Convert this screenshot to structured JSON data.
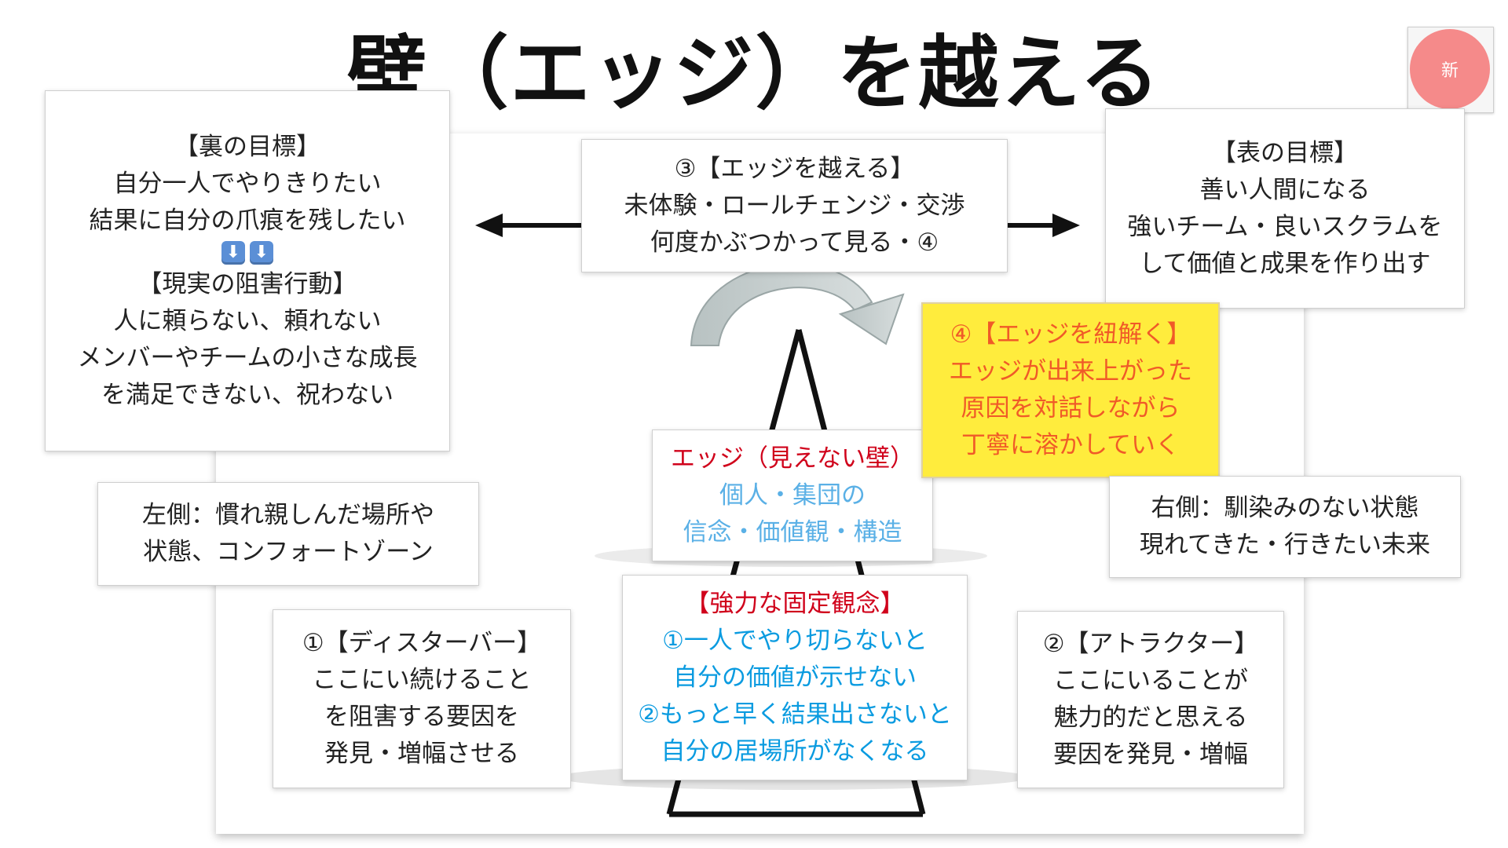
{
  "title": "壁（エッジ）を越える",
  "badge": "新",
  "boxes": {
    "hidden_goal": {
      "heading": "【裏の目標】",
      "lines": [
        "自分一人でやりきりたい",
        "結果に自分の爪痕を残したい"
      ],
      "arrow_icons": [
        "⬇",
        "⬇"
      ],
      "subheading": "【現実の阻害行動】",
      "sublines": [
        "人に頼らない、頼れない",
        "メンバーやチームの小さな成長",
        "を満足できない、祝わない"
      ]
    },
    "cross_edge": {
      "lines": [
        "③【エッジを越える】",
        "未体験・ロールチェンジ・交渉",
        "何度かぶつかって見る・④"
      ]
    },
    "surface_goal": {
      "heading": "【表の目標】",
      "lines": [
        "善い人間になる",
        "強いチーム・良いスクラムを",
        "して価値と成果を作り出す"
      ]
    },
    "unravel_edge": {
      "lines": [
        "④【エッジを紐解く】",
        "エッジが出来上がった",
        "原因を対話しながら",
        "丁寧に溶かしていく"
      ]
    },
    "edge": {
      "heading": "エッジ（見えない壁）",
      "lines": [
        "個人・集団の",
        "信念・価値観・構造"
      ]
    },
    "left_side": {
      "lines": [
        "左側：慣れ親しんだ場所や",
        "状態、コンフォートゾーン"
      ]
    },
    "right_side": {
      "lines": [
        "右側：馴染みのない状態",
        "現れてきた・行きたい未来"
      ]
    },
    "disturber": {
      "lines": [
        "①【ディスターバー】",
        "ここにい続けること",
        "を阻害する要因を",
        "発見・増幅させる"
      ]
    },
    "fixed_ideas": {
      "heading": "【強力な固定観念】",
      "lines": [
        "①一人でやり切らないと",
        "自分の価値が示せない",
        "②もっと早く結果出さないと",
        "自分の居場所がなくなる"
      ]
    },
    "attractor": {
      "lines": [
        "②【アトラクター】",
        "ここにいることが",
        "魅力的だと思える",
        "要因を発見・増幅"
      ]
    }
  },
  "colors": {
    "red": "#d0021b",
    "blue": "#0a9be0",
    "lightblue": "#5ab0e6",
    "orange": "#f05a28",
    "yellow": "#ffec3d",
    "badge": "#f58a8a"
  }
}
